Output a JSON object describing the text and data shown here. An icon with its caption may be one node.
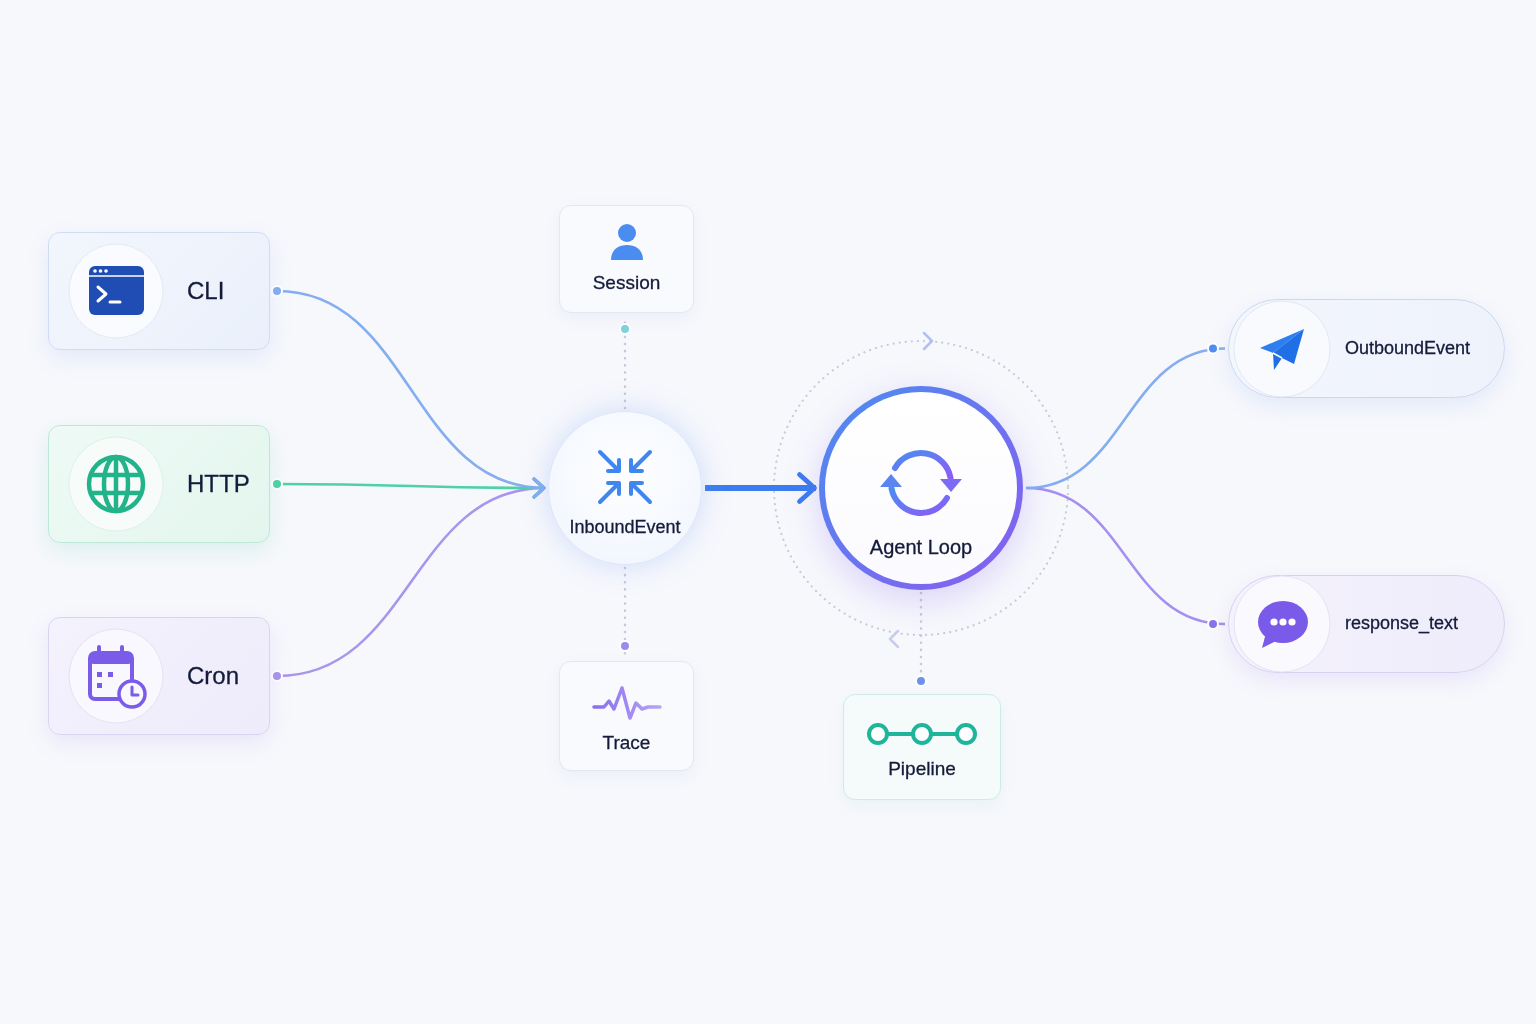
{
  "diagram": {
    "nodes": [
      {
        "text": [
          "CLI"
        ]
      },
      {
        "text": [
          "HTTP"
        ]
      },
      {
        "text": [
          "Cron"
        ]
      },
      {
        "text": [
          "Session"
        ]
      },
      {
        "text": [
          "InboundEvent"
        ]
      },
      {
        "text": [
          "Trace"
        ]
      },
      {
        "text": [
          "Agent Loop"
        ]
      },
      {
        "text": [
          "Pipeline"
        ]
      },
      {
        "text": [
          "OutboundEvent"
        ]
      },
      {
        "text": [
          "response_text"
        ]
      }
    ],
    "edges": [
      {
        "from": 0,
        "to": 4,
        "arrow": "to"
      },
      {
        "from": 1,
        "to": 4,
        "arrow": "to",
        "color": "#4fd1a5"
      },
      {
        "from": 2,
        "to": 4,
        "arrow": "to",
        "color": "#a994ee"
      },
      {
        "from": 4,
        "to": 6,
        "arrow": "to",
        "style": "thick",
        "color": "#3b7cf0"
      },
      {
        "from": 4,
        "to": 3,
        "arrow": "other",
        "style": "dashed",
        "color": "#c3cadb"
      },
      {
        "from": 4,
        "to": 5,
        "arrow": "other",
        "style": "dashed",
        "color": "#c3cadb"
      },
      {
        "from": 6,
        "to": 7,
        "arrow": "other",
        "style": "dashed",
        "color": "#c3cadb"
      },
      {
        "from": 6,
        "to": 8,
        "arrow": "other"
      },
      {
        "from": 6,
        "to": 9,
        "arrow": "other",
        "color": "#a58ff0"
      }
    ]
  }
}
